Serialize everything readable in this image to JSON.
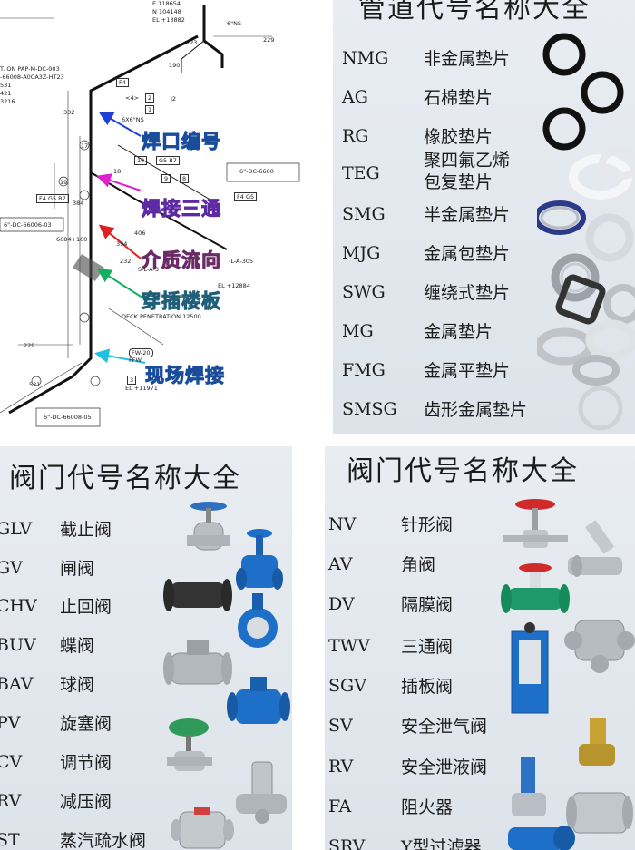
{
  "drawing": {
    "labels": {
      "e1": "E 118654",
      "n1": "N 104148",
      "el1": "EL +13882",
      "ns6": "6\"NS",
      "d229a": "229",
      "d123": "123",
      "d190": "190",
      "cont": "T. ON PAP-M-DC-003",
      "line1": "-66008-A0CA3Z-HT23",
      "l531": "531",
      "l421": "421",
      "l3216": "3216",
      "f4a": "F4",
      "tag4": "<4>",
      "n2": "2",
      "n1b": "1",
      "j2": "J2",
      "x6ns": "6X6\"NS",
      "d332": "332",
      "n17": "17",
      "n10": "10",
      "g5b7a": "G5 B7",
      "n18": "18",
      "n9": "9",
      "n8": "8",
      "n19": "19",
      "dc66006": "6\"-DC-6600",
      "f4g5b7": "F4 G5 B7",
      "f4g5": "F4 G5",
      "dc6600603": "6\"-DC-66006-03",
      "d384": "384",
      "d6684": "6684+100",
      "d406": "406",
      "d394": "394",
      "d232": "232",
      "sla": "S-L-A-3",
      "la305": "-L-A-305",
      "el12884": "EL +12884",
      "deck": "DECK PENETRATION 12500",
      "d229b": "229",
      "fw20": "FW-20",
      "ffw": "FFW",
      "n3": "3",
      "el11971": "EL +11971",
      "d531b": "531",
      "dc6600805": "6\"-DC-66008-05"
    },
    "callouts": {
      "weld_number": "焊口编号",
      "weld_tee": "焊接三通",
      "flow_direction": "介质流向",
      "deck_penetration": "穿插楼板",
      "field_weld": "现场焊接"
    }
  },
  "gasket_panel": {
    "title": "管道代号名称大全",
    "rows": [
      {
        "code": "NMG",
        "name": "非金属垫片"
      },
      {
        "code": "AG",
        "name": "石棉垫片"
      },
      {
        "code": "RG",
        "name": "橡胶垫片"
      },
      {
        "code": "TEG",
        "name": "聚四氟乙烯",
        "name2": "包复垫片"
      },
      {
        "code": "SMG",
        "name": "半金属垫片"
      },
      {
        "code": "MJG",
        "name": "金属包垫片"
      },
      {
        "code": "SWG",
        "name": "缠绕式垫片"
      },
      {
        "code": "MG",
        "name": "金属垫片"
      },
      {
        "code": "FMG",
        "name": "金属平垫片"
      },
      {
        "code": "SMSG",
        "name": "齿形金属垫片"
      }
    ]
  },
  "valve_panel_1": {
    "title": "阀门代号名称大全",
    "rows": [
      {
        "code": "GLV",
        "name": "截止阀"
      },
      {
        "code": "GV",
        "name": "闸阀"
      },
      {
        "code": "CHV",
        "name": "止回阀"
      },
      {
        "code": "BUV",
        "name": "蝶阀"
      },
      {
        "code": "BAV",
        "name": "球阀"
      },
      {
        "code": "PV",
        "name": "旋塞阀"
      },
      {
        "code": "CV",
        "name": "调节阀"
      },
      {
        "code": "RV",
        "name": "减压阀"
      },
      {
        "code": "ST",
        "name": "蒸汽疏水阀"
      }
    ]
  },
  "valve_panel_2": {
    "title": "阀门代号名称大全",
    "rows": [
      {
        "code": "NV",
        "name": "针形阀"
      },
      {
        "code": "AV",
        "name": "角阀"
      },
      {
        "code": "DV",
        "name": "隔膜阀"
      },
      {
        "code": "TWV",
        "name": "三通阀"
      },
      {
        "code": "SGV",
        "name": "插板阀"
      },
      {
        "code": "SV",
        "name": "安全泄气阀"
      },
      {
        "code": "RV",
        "name": "安全泄液阀"
      },
      {
        "code": "FA",
        "name": "阻火器"
      },
      {
        "code": "SRV",
        "name": "Y型过滤器"
      }
    ]
  },
  "colors": {
    "panel_bg": "#e3e8ee",
    "arrow_blue": "#1f3fd6",
    "arrow_magenta": "#e020d0",
    "arrow_red": "#e02020",
    "arrow_green": "#10b060",
    "arrow_cyan": "#20c0e0",
    "valve_blue": "#1e6fc8",
    "valve_red": "#d02a2a",
    "valve_green": "#1e9a6a"
  }
}
